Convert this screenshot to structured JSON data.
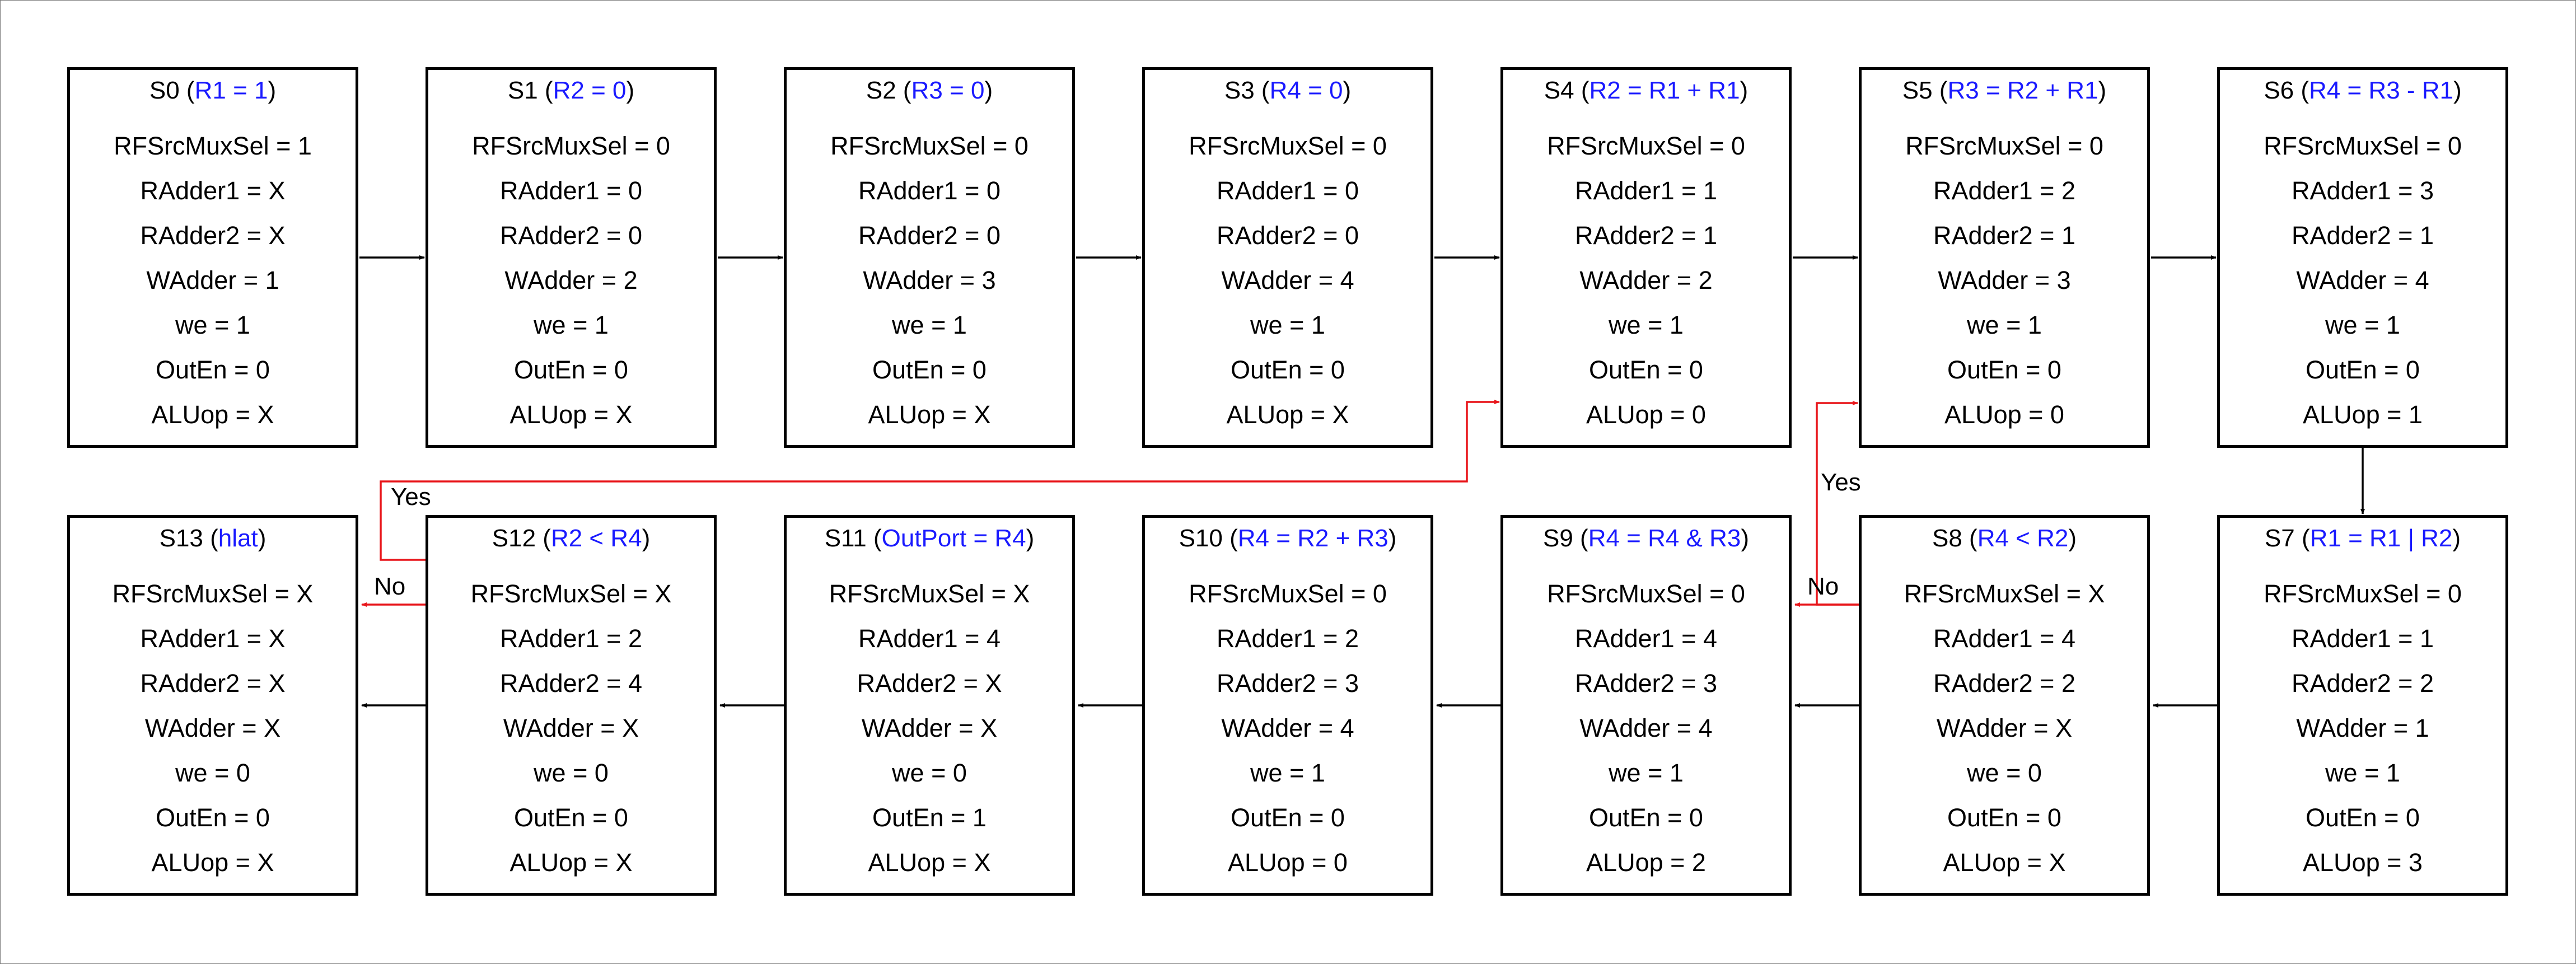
{
  "states": [
    {
      "name": "S0",
      "action": "R1 = 1",
      "rows": [
        {
          "key": "RFSrcMuxSel",
          "value": "1"
        },
        {
          "key": "RAdder1",
          "value": "X"
        },
        {
          "key": "RAdder2",
          "value": "X"
        },
        {
          "key": "WAdder",
          "value": "1"
        },
        {
          "key": "we",
          "value": "1"
        },
        {
          "key": "OutEn",
          "value": "0"
        },
        {
          "key": "ALUop",
          "value": "X"
        }
      ]
    },
    {
      "name": "S1",
      "action": "R2 = 0",
      "rows": [
        {
          "key": "RFSrcMuxSel",
          "value": "0"
        },
        {
          "key": "RAdder1",
          "value": "0"
        },
        {
          "key": "RAdder2",
          "value": "0"
        },
        {
          "key": "WAdder",
          "value": "2"
        },
        {
          "key": "we",
          "value": "1"
        },
        {
          "key": "OutEn",
          "value": "0"
        },
        {
          "key": "ALUop",
          "value": "X"
        }
      ]
    },
    {
      "name": "S2",
      "action": "R3 = 0",
      "rows": [
        {
          "key": "RFSrcMuxSel",
          "value": "0"
        },
        {
          "key": "RAdder1",
          "value": "0"
        },
        {
          "key": "RAdder2",
          "value": "0"
        },
        {
          "key": "WAdder",
          "value": "3"
        },
        {
          "key": "we",
          "value": "1"
        },
        {
          "key": "OutEn",
          "value": "0"
        },
        {
          "key": "ALUop",
          "value": "X"
        }
      ]
    },
    {
      "name": "S3",
      "action": "R4 = 0",
      "rows": [
        {
          "key": "RFSrcMuxSel",
          "value": "0"
        },
        {
          "key": "RAdder1",
          "value": "0"
        },
        {
          "key": "RAdder2",
          "value": "0"
        },
        {
          "key": "WAdder",
          "value": "4"
        },
        {
          "key": "we",
          "value": "1"
        },
        {
          "key": "OutEn",
          "value": "0"
        },
        {
          "key": "ALUop",
          "value": "X"
        }
      ]
    },
    {
      "name": "S4",
      "action": "R2 = R1 + R1",
      "rows": [
        {
          "key": "RFSrcMuxSel",
          "value": "0"
        },
        {
          "key": "RAdder1",
          "value": "1"
        },
        {
          "key": "RAdder2",
          "value": "1"
        },
        {
          "key": "WAdder",
          "value": "2"
        },
        {
          "key": "we",
          "value": "1"
        },
        {
          "key": "OutEn",
          "value": "0"
        },
        {
          "key": "ALUop",
          "value": "0"
        }
      ]
    },
    {
      "name": "S5",
      "action": "R3 = R2 + R1",
      "rows": [
        {
          "key": "RFSrcMuxSel",
          "value": "0"
        },
        {
          "key": "RAdder1",
          "value": "2"
        },
        {
          "key": "RAdder2",
          "value": "1"
        },
        {
          "key": "WAdder",
          "value": "3"
        },
        {
          "key": "we",
          "value": "1"
        },
        {
          "key": "OutEn",
          "value": "0"
        },
        {
          "key": "ALUop",
          "value": "0"
        }
      ]
    },
    {
      "name": "S6",
      "action": "R4 = R3 - R1",
      "rows": [
        {
          "key": "RFSrcMuxSel",
          "value": "0"
        },
        {
          "key": "RAdder1",
          "value": "3"
        },
        {
          "key": "RAdder2",
          "value": "1"
        },
        {
          "key": "WAdder",
          "value": "4"
        },
        {
          "key": "we",
          "value": "1"
        },
        {
          "key": "OutEn",
          "value": "0"
        },
        {
          "key": "ALUop",
          "value": "1"
        }
      ]
    },
    {
      "name": "S13",
      "action": "hlat",
      "rows": [
        {
          "key": "RFSrcMuxSel",
          "value": "X"
        },
        {
          "key": "RAdder1",
          "value": "X"
        },
        {
          "key": "RAdder2",
          "value": "X"
        },
        {
          "key": "WAdder",
          "value": "X"
        },
        {
          "key": "we",
          "value": "0"
        },
        {
          "key": "OutEn",
          "value": "0"
        },
        {
          "key": "ALUop",
          "value": "X"
        }
      ]
    },
    {
      "name": "S12",
      "action": "R2 < R4",
      "rows": [
        {
          "key": "RFSrcMuxSel",
          "value": "X"
        },
        {
          "key": "RAdder1",
          "value": "2"
        },
        {
          "key": "RAdder2",
          "value": "4"
        },
        {
          "key": "WAdder",
          "value": "X"
        },
        {
          "key": "we",
          "value": "0"
        },
        {
          "key": "OutEn",
          "value": "0"
        },
        {
          "key": "ALUop",
          "value": "X"
        }
      ]
    },
    {
      "name": "S11",
      "action": "OutPort = R4",
      "rows": [
        {
          "key": "RFSrcMuxSel",
          "value": "X"
        },
        {
          "key": "RAdder1",
          "value": "4"
        },
        {
          "key": "RAdder2",
          "value": "X"
        },
        {
          "key": "WAdder",
          "value": "X"
        },
        {
          "key": "we",
          "value": "0"
        },
        {
          "key": "OutEn",
          "value": "1"
        },
        {
          "key": "ALUop",
          "value": "X"
        }
      ]
    },
    {
      "name": "S10",
      "action": "R4 = R2 + R3",
      "rows": [
        {
          "key": "RFSrcMuxSel",
          "value": "0"
        },
        {
          "key": "RAdder1",
          "value": "2"
        },
        {
          "key": "RAdder2",
          "value": "3"
        },
        {
          "key": "WAdder",
          "value": "4"
        },
        {
          "key": "we",
          "value": "1"
        },
        {
          "key": "OutEn",
          "value": "0"
        },
        {
          "key": "ALUop",
          "value": "0"
        }
      ]
    },
    {
      "name": "S9",
      "action": "R4 = R4 & R3",
      "rows": [
        {
          "key": "RFSrcMuxSel",
          "value": "0"
        },
        {
          "key": "RAdder1",
          "value": "4"
        },
        {
          "key": "RAdder2",
          "value": "3"
        },
        {
          "key": "WAdder",
          "value": "4"
        },
        {
          "key": "we",
          "value": "1"
        },
        {
          "key": "OutEn",
          "value": "0"
        },
        {
          "key": "ALUop",
          "value": "2"
        }
      ]
    },
    {
      "name": "S8",
      "action": "R4 < R2",
      "rows": [
        {
          "key": "RFSrcMuxSel",
          "value": "X"
        },
        {
          "key": "RAdder1",
          "value": "4"
        },
        {
          "key": "RAdder2",
          "value": "2"
        },
        {
          "key": "WAdder",
          "value": "X"
        },
        {
          "key": "we",
          "value": "0"
        },
        {
          "key": "OutEn",
          "value": "0"
        },
        {
          "key": "ALUop",
          "value": "X"
        }
      ]
    },
    {
      "name": "S7",
      "action": "R1 = R1 | R2",
      "rows": [
        {
          "key": "RFSrcMuxSel",
          "value": "0"
        },
        {
          "key": "RAdder1",
          "value": "1"
        },
        {
          "key": "RAdder2",
          "value": "2"
        },
        {
          "key": "WAdder",
          "value": "1"
        },
        {
          "key": "we",
          "value": "1"
        },
        {
          "key": "OutEn",
          "value": "0"
        },
        {
          "key": "ALUop",
          "value": "3"
        }
      ]
    }
  ],
  "edge_labels": {
    "s12_yes": "Yes",
    "s12_no": "No",
    "s8_yes": "Yes",
    "s8_no": "No"
  },
  "colors": {
    "action_text": "#1a1aff",
    "branch_arrow": "#e8161b",
    "arrow": "#000000"
  }
}
